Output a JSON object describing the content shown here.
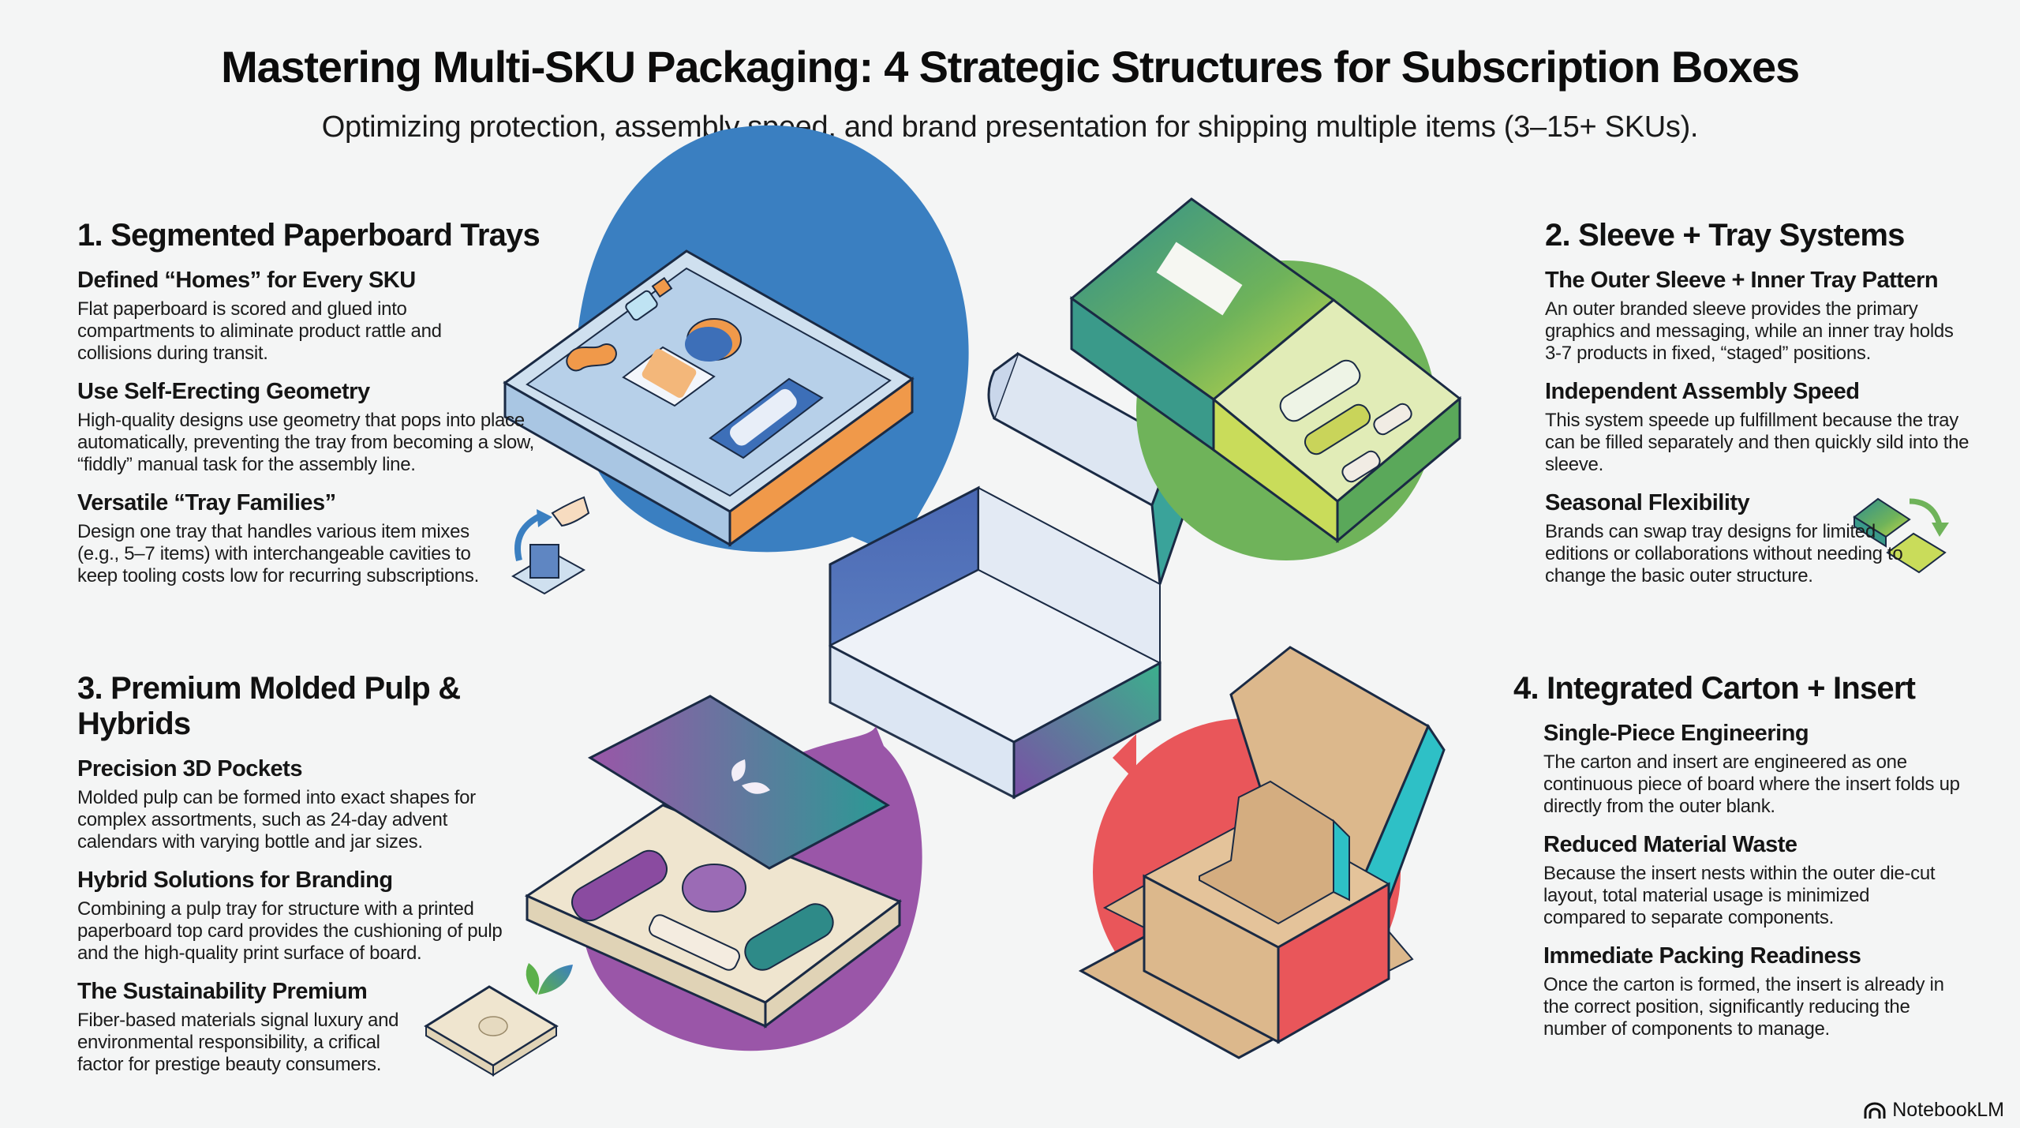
{
  "header": {
    "title": "Mastering Multi-SKU Packaging: 4 Strategic Structures for Subscription Boxes",
    "subtitle": "Optimizing protection, assembly speed, and brand presentation for shipping multiple items (3–15+ SKUs)."
  },
  "sections": [
    {
      "heading": "1. Segmented Paperboard Trays",
      "accent": "#3a7fc1",
      "points": [
        {
          "title": "Defined “Homes” for Every SKU",
          "text": "Flat paperboard is scored and glued into compartments to aliminate product rattle and collisions during transit."
        },
        {
          "title": "Use Self-Erecting Geometry",
          "text": "High-quality designs use geometry that pops into place automatically, preventing the tray from becoming a slow, “fiddly” manual task for the assembly line."
        },
        {
          "title": "Versatile “Tray Families”",
          "text": "Design one tray that handles various item mixes (e.g., 5–7 items) with interchangeable cavities to keep tooling costs low for recurring subscriptions."
        }
      ]
    },
    {
      "heading": "2. Sleeve + Tray Systems",
      "accent": "#6fb35a",
      "points": [
        {
          "title": "The Outer Sleeve + Inner Tray Pattern",
          "text": "An outer branded sleeve provides the primary graphics and messaging, while an inner tray holds 3-7 products in fixed, “staged” positions."
        },
        {
          "title": "Independent Assembly Speed",
          "text": "This system speede up fulfillment because the tray can be filled separately and then quickly sild into the sleeve."
        },
        {
          "title": "Seasonal Flexibility",
          "text": "Brands can swap tray designs for limited editions or collaborations without needing to change the basic outer structure."
        }
      ]
    },
    {
      "heading": "3. Premium Molded Pulp & Hybrids",
      "accent": "#9a56a8",
      "points": [
        {
          "title": "Precision 3D Pockets",
          "text": "Molded pulp can be formed into exact shapes for complex assortments, such as 24-day advent calendars with varying bottle and jar sizes."
        },
        {
          "title": "Hybrid Solutions for Branding",
          "text": "Combining a pulp tray for structure with a printed paperboard top card provides the cushioning of pulp and the high-quality print surface of board."
        },
        {
          "title": "The Sustainability Premium",
          "text": "Fiber-based materials signal luxury and environmental responsibility, a crifical factor for prestige beauty consumers."
        }
      ]
    },
    {
      "heading": "4. Integrated Carton + Insert",
      "accent": "#e9565a",
      "points": [
        {
          "title": "Single-Piece Engineering",
          "text": "The carton and insert are engineered as one continuous piece of board where the insert folds up directly from the outer blank."
        },
        {
          "title": "Reduced Material Waste",
          "text": "Because the insert nests within the outer die-cut layout, total material usage is minimized compared to separate components."
        },
        {
          "title": "Immediate Packing Readiness",
          "text": "Once the carton is formed, the insert is already in the correct position, significantly reducing the number of components to manage."
        }
      ]
    }
  ],
  "illustrations": {
    "center": "open-mailer-box",
    "s1": "segmented-paperboard-tray",
    "s2": "sleeve-and-tray-box",
    "s3": "molded-pulp-tray-with-top-card",
    "s4": "integrated-carton-insert"
  },
  "footer": {
    "brand": "NotebookLM",
    "icon": "notebooklm-logo-icon"
  }
}
